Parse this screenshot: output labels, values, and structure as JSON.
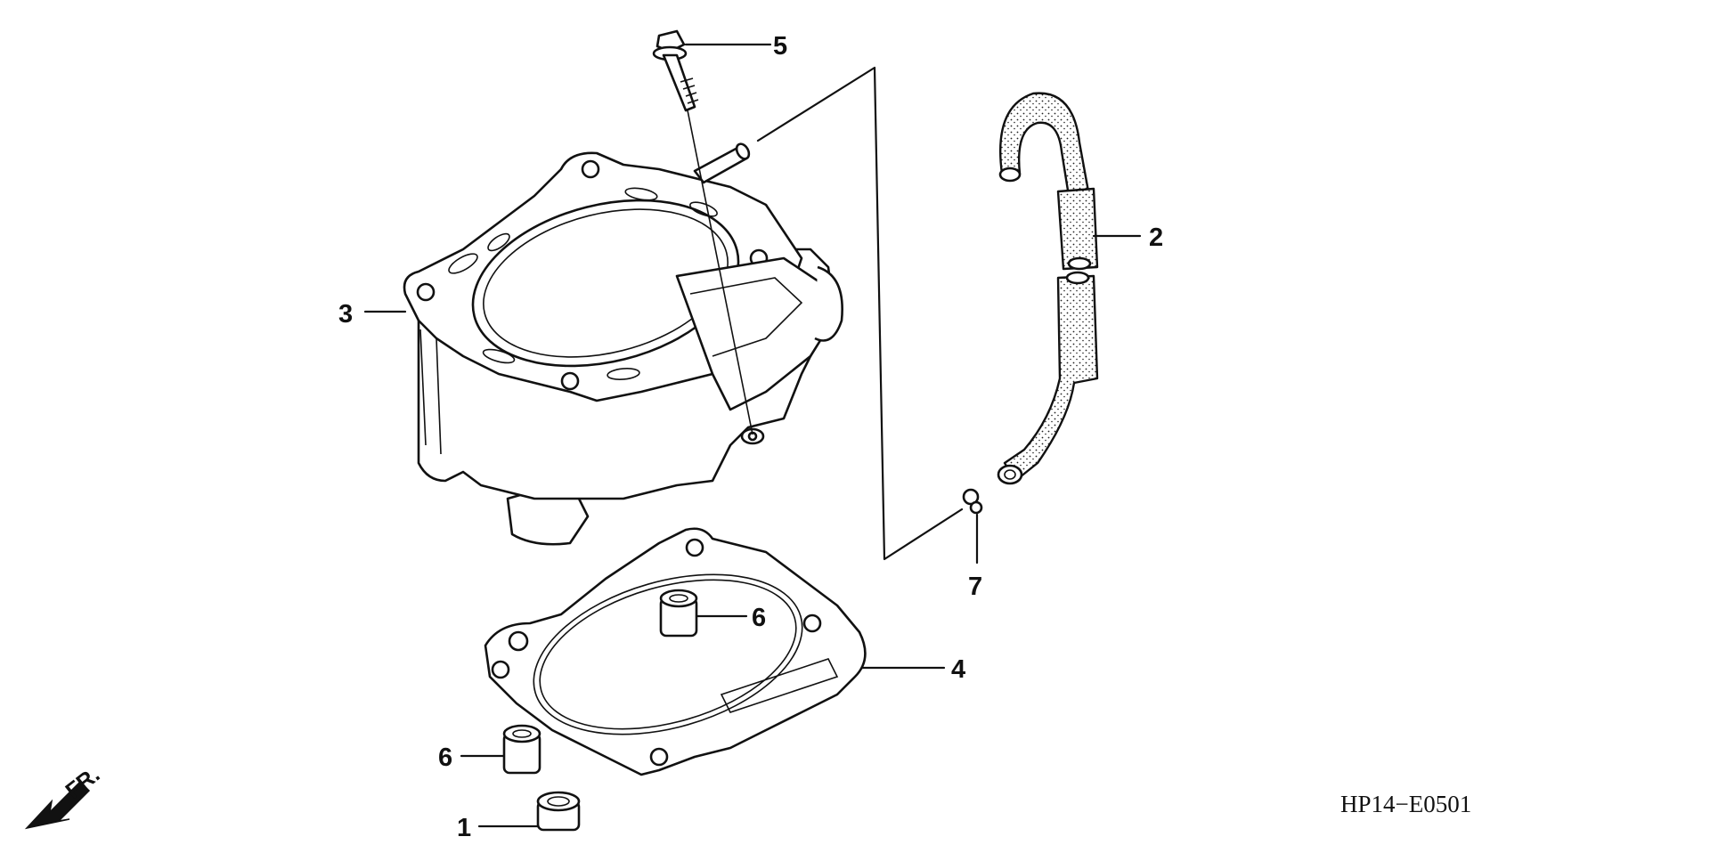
{
  "diagram": {
    "callouts": [
      {
        "id": "callout-1",
        "text": "1"
      },
      {
        "id": "callout-2",
        "text": "2"
      },
      {
        "id": "callout-3",
        "text": "3"
      },
      {
        "id": "callout-4",
        "text": "4"
      },
      {
        "id": "callout-5",
        "text": "5"
      },
      {
        "id": "callout-6a",
        "text": "6"
      },
      {
        "id": "callout-6b",
        "text": "6"
      },
      {
        "id": "callout-7",
        "text": "7"
      }
    ],
    "drawing_code": "HP14−E0501",
    "front_marker": "FR."
  },
  "colors": {
    "ink": "#111111",
    "background": "#ffffff"
  }
}
